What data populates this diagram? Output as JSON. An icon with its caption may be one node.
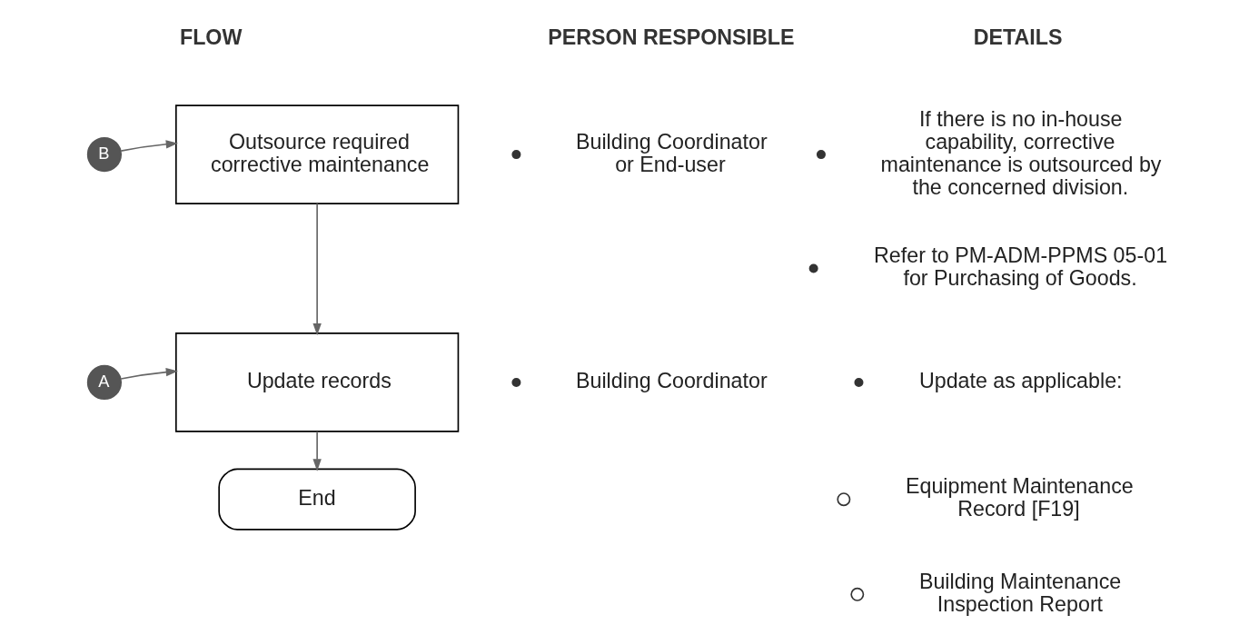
{
  "diagram": {
    "nodes": [
      {
        "text": [
          "B"
        ]
      },
      {
        "text": [
          "Outsource required corrective maintenance"
        ]
      },
      {
        "text": [
          "A"
        ]
      },
      {
        "text": [
          "Update records"
        ]
      },
      {
        "text": [
          "End"
        ]
      }
    ],
    "edges": [
      {
        "from": 0,
        "to": 1,
        "arrow": "to"
      },
      {
        "from": 1,
        "to": 3,
        "arrow": "to"
      },
      {
        "from": 2,
        "to": 3,
        "arrow": "to"
      },
      {
        "from": 3,
        "to": 4,
        "arrow": "to"
      }
    ],
    "labels": [
      "FLOW",
      "PERSON RESPONSIBLE",
      "DETAILS",
      "Building Coordinator or End-user",
      "If there is no in-house capability, corrective maintenance is outsourced by the concerned division.",
      "Refer to PM-ADM-PPMS 05-01 for Purchasing of Goods.",
      "Building Coordinator",
      "Update as applicable:",
      "Equipment Maintenance Record [F19]",
      "Building Maintenance Inspection Report"
    ]
  }
}
